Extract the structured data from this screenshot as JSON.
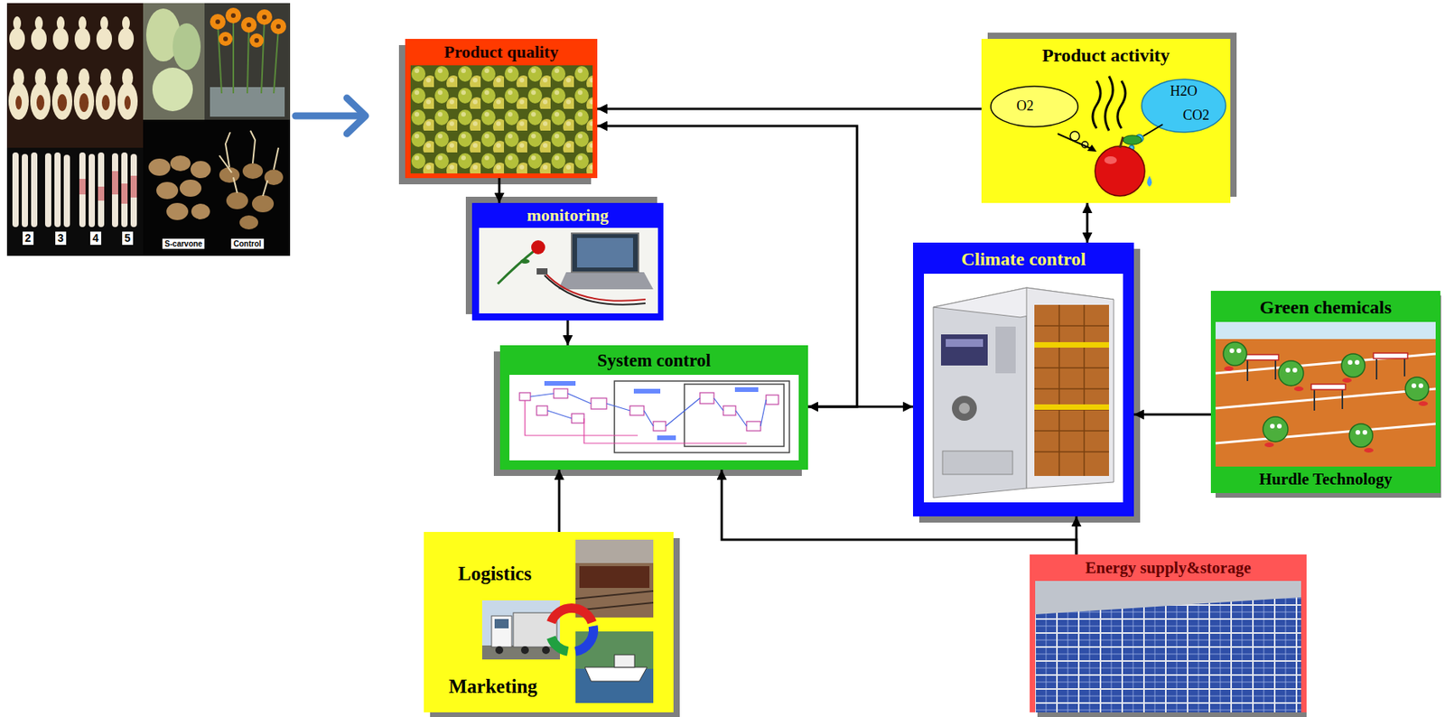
{
  "diagram": {
    "nodes": [
      {
        "text": [
          "Product quality"
        ]
      },
      {
        "text": [
          "monitoring"
        ]
      },
      {
        "text": [
          "System control"
        ]
      },
      {
        "text": [
          "Product activity"
        ]
      },
      {
        "text": [
          "Climate control"
        ]
      },
      {
        "text": [
          "Green chemicals",
          "Hurdle Technology"
        ]
      },
      {
        "text": [
          "Logistics",
          "Marketing"
        ]
      },
      {
        "text": [
          "Energy supply&storage"
        ]
      }
    ],
    "edges": [
      {
        "from": 0,
        "to": 1,
        "arrow": "to"
      },
      {
        "from": 1,
        "to": 2,
        "arrow": "to"
      },
      {
        "from": 3,
        "to": 0,
        "arrow": "to"
      },
      {
        "from": 2,
        "to": 4,
        "arrow": "both"
      },
      {
        "from": 2,
        "to": 0,
        "arrow": "to"
      },
      {
        "from": 3,
        "to": 4,
        "arrow": "both"
      },
      {
        "from": 5,
        "to": 4,
        "arrow": "to"
      },
      {
        "from": 7,
        "to": 4,
        "arrow": "to"
      },
      {
        "from": 7,
        "to": 2,
        "arrow": "to"
      },
      {
        "from": 6,
        "to": 2,
        "arrow": "to"
      }
    ],
    "labels": [
      "O2",
      "H2O",
      "CO2",
      "2",
      "3",
      "4",
      "5",
      "S-carvone",
      "Control"
    ]
  }
}
